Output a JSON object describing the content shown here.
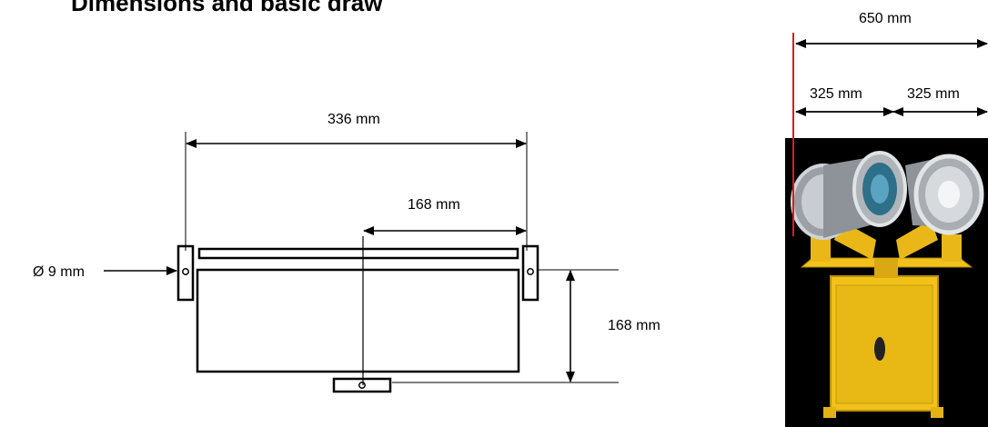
{
  "title": "Dimensions and basic draw",
  "drawing": {
    "width_total": "336 mm",
    "width_half": "168 mm",
    "height": "168 mm",
    "hole_diameter": "Ø 9 mm"
  },
  "photo_dims": {
    "total": "650 mm",
    "left_half": "325 mm",
    "right_half": "325 mm"
  },
  "colors": {
    "lamp_housing": "#f2c21a",
    "marker_line": "#d81e1e",
    "photo_background": "#000000"
  }
}
